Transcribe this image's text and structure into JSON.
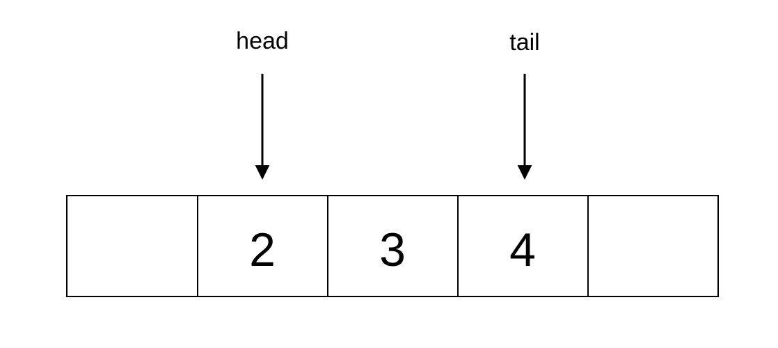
{
  "array": {
    "cells": [
      {
        "value": ""
      },
      {
        "value": "2"
      },
      {
        "value": "3"
      },
      {
        "value": "4"
      },
      {
        "value": ""
      }
    ]
  },
  "pointers": [
    {
      "label": "head",
      "cell_index": 1
    },
    {
      "label": "tail",
      "cell_index": 3
    }
  ],
  "colors": {
    "stroke": "#000000",
    "background": "#ffffff"
  }
}
